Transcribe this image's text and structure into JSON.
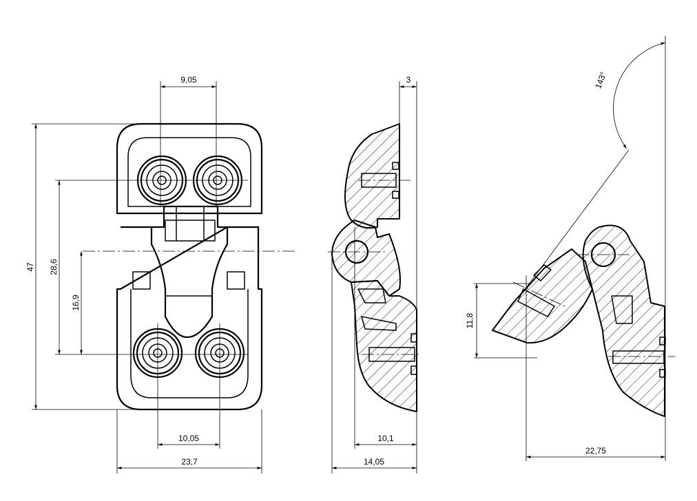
{
  "dimensions": {
    "screw_pitch_top": "9,05",
    "plate_thickness": "3",
    "overall_length": "47",
    "screw_vertical_spacing": "28,6",
    "lower_offset": "16,9",
    "screw_pitch_bottom": "10,05",
    "overall_width": "23,7",
    "side_depth_inner": "10,1",
    "side_depth_total": "14,05",
    "open_angle": "143°",
    "open_height": "11,8",
    "open_width": "22,75"
  },
  "colors": {
    "line": "#000000",
    "background": "#ffffff"
  }
}
